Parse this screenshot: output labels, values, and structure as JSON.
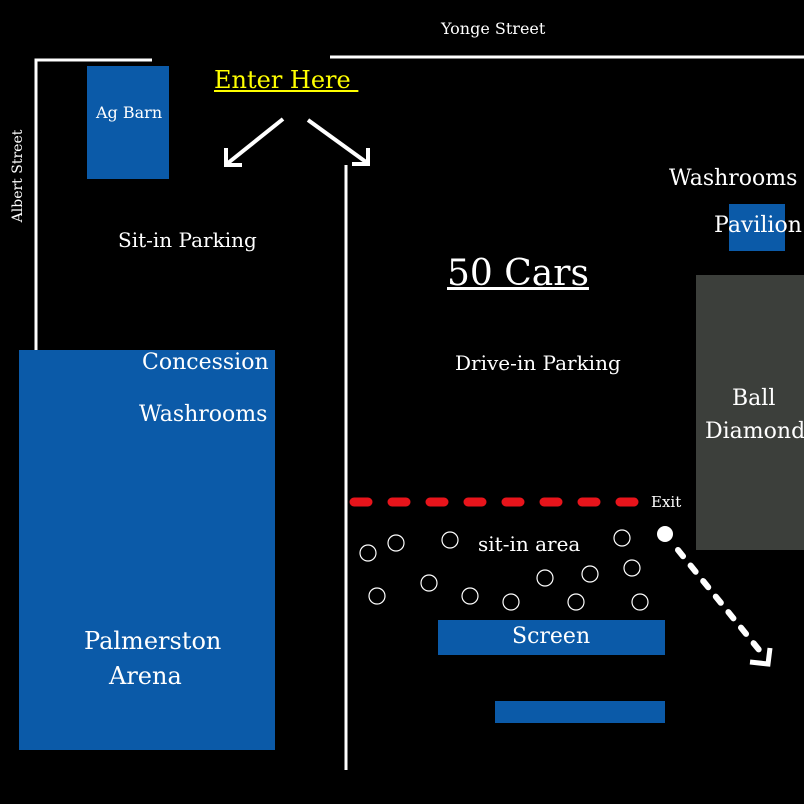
{
  "streets": {
    "yonge": "Yonge Street",
    "albert": "Albert Street"
  },
  "entrance": {
    "label": "Enter Here ",
    "color": "#ffff00"
  },
  "buildings": {
    "ag_barn": "Ag Barn",
    "palmerston_arena_line1": "Palmerston",
    "palmerston_arena_line2": "Arena",
    "concession": "Concession",
    "washrooms_arena": "Washrooms",
    "washrooms_pavilion": "Washrooms",
    "pavilion": "Pavilion",
    "ball_diamond_line1": "Ball",
    "ball_diamond_line2": "Diamond"
  },
  "areas": {
    "sit_in_parking": "Sit-in Parking",
    "capacity": "50 Cars",
    "drive_in_parking": "Drive-in Parking",
    "sit_in_area": "sit-in area",
    "screen": "Screen",
    "exit": "Exit"
  },
  "colors": {
    "building": "#0b5aa8",
    "ball_diamond": "#3c3f3b",
    "exit_line": "#e8141b",
    "background": "#000000",
    "lines": "#ffffff"
  }
}
